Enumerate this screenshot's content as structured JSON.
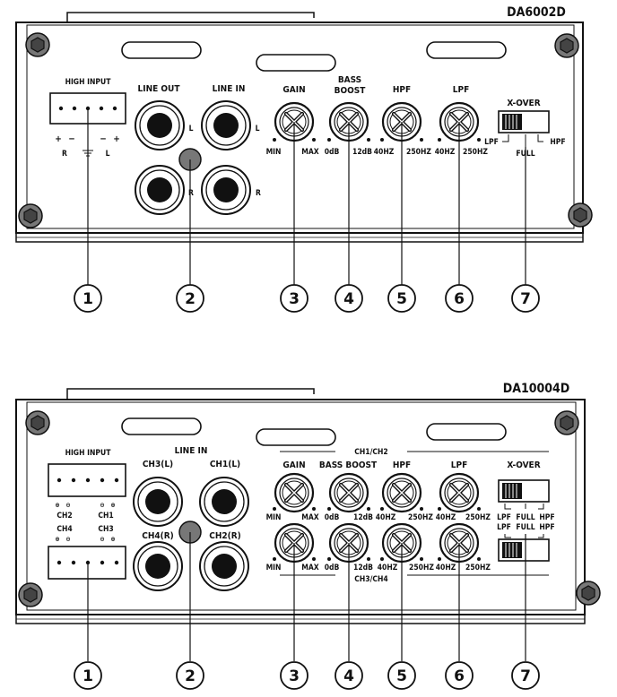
{
  "panel1": {
    "model": "DA6002D",
    "high_input": "HIGH INPUT",
    "polarity": [
      "+",
      "−",
      "−",
      "+"
    ],
    "r_label": "R",
    "l_label": "L",
    "line_out": "LINE OUT",
    "line_in": "LINE IN",
    "jack_l1": "L",
    "jack_l2": "L",
    "jack_r1": "R",
    "jack_r2": "R",
    "gain": "GAIN",
    "gain_min": "MIN",
    "gain_max": "MAX",
    "bass_boost_1": "BASS",
    "bass_boost_2": "BOOST",
    "bass_min": "0dB",
    "bass_max": "12dB",
    "hpf": "HPF",
    "hpf_min": "40HZ",
    "hpf_max": "250HZ",
    "lpf": "LPF",
    "lpf_min": "40HZ",
    "lpf_max": "250HZ",
    "xover": "X-OVER",
    "xover_lpf": "LPF",
    "xover_hpf": "HPF",
    "xover_full": "FULL"
  },
  "panel2": {
    "model": "DA10004D",
    "high_input": "HIGH INPUT",
    "ch2": "CH2",
    "ch1": "CH1",
    "ch4": "CH4",
    "ch3": "CH3",
    "line_in": "LINE IN",
    "ch3l": "CH3(L)",
    "ch1l": "CH1(L)",
    "ch4r": "CH4(R)",
    "ch2r": "CH2(R)",
    "ch12": "CH1/CH2",
    "ch34": "CH3/CH4",
    "gain": "GAIN",
    "bass_boost": "BASS BOOST",
    "hpf": "HPF",
    "lpf": "LPF",
    "xover": "X-OVER",
    "min": "MIN",
    "max": "MAX",
    "db0": "0dB",
    "db12": "12dB",
    "hz40": "40HZ",
    "hz250": "250HZ",
    "xlpf": "LPF",
    "xfull": "FULL",
    "xhpf": "HPF"
  },
  "callouts": [
    "1",
    "2",
    "3",
    "4",
    "5",
    "6",
    "7"
  ]
}
